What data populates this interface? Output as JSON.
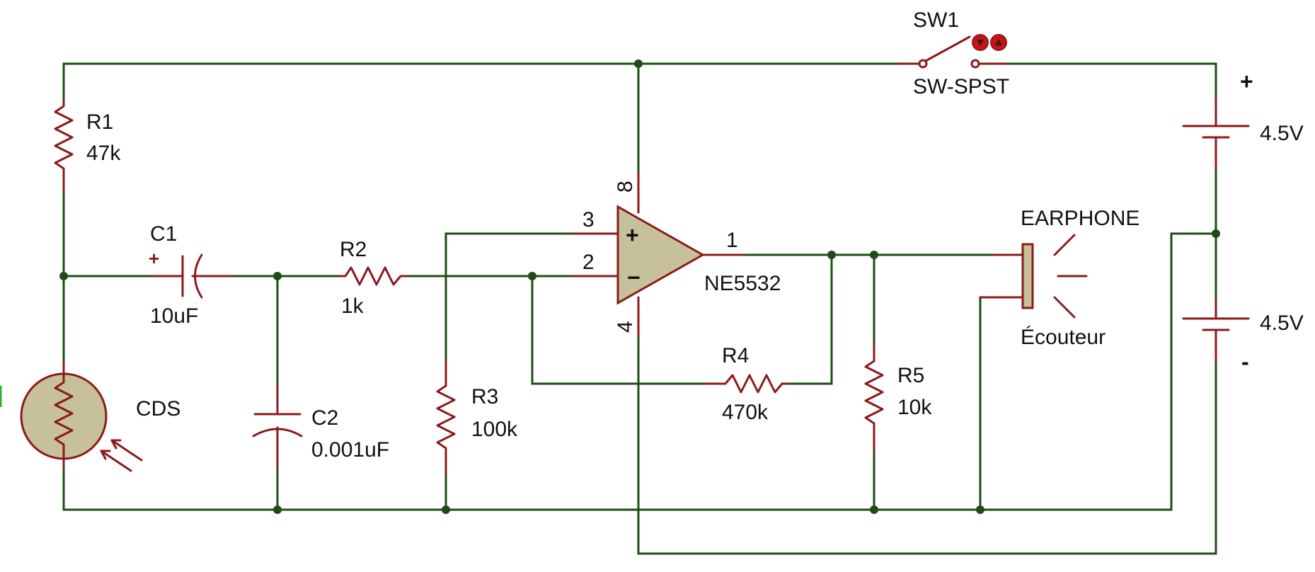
{
  "components": {
    "r1": {
      "ref": "R1",
      "value": "47k"
    },
    "c1": {
      "ref": "C1",
      "value": "10uF",
      "polarity": "+"
    },
    "r2": {
      "ref": "R2",
      "value": "1k"
    },
    "c2": {
      "ref": "C2",
      "value": "0.001uF"
    },
    "r3": {
      "ref": "R3",
      "value": "100k"
    },
    "r4": {
      "ref": "R4",
      "value": "470k"
    },
    "r5": {
      "ref": "R5",
      "value": "10k"
    },
    "cds": {
      "ref": "CDS"
    },
    "opamp": {
      "part": "NE5532",
      "pin_plus_in": "3",
      "pin_minus_in": "2",
      "pin_out": "1",
      "pin_vcc": "8",
      "pin_gnd": "4",
      "plus_sign": "+",
      "minus_sign": "−"
    },
    "sw1": {
      "ref": "SW1",
      "type": "SW-SPST"
    },
    "earphone": {
      "ref": "EARPHONE",
      "label": "Écouteur"
    },
    "bat_top": {
      "value": "4.5V"
    },
    "bat_bottom": {
      "value": "4.5V"
    }
  },
  "supply": {
    "plus": "+",
    "minus": "-"
  },
  "colors": {
    "wire": "#1d4d14",
    "component": "#8b1a1a",
    "body_fill": "#c6c09b",
    "text": "#111111"
  }
}
